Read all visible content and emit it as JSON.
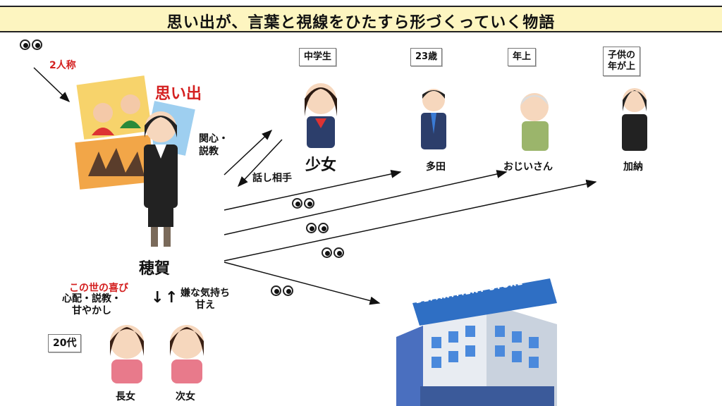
{
  "title": "思い出が、言葉と視線をひたすら形づくっていく物語",
  "labels": {
    "second_person": "2人称",
    "memories": "思い出",
    "main_character": "穂賀",
    "interest_lecture": "関心・\n説教",
    "conversation_partner": "話し相手",
    "girl": "少女",
    "tada": "多田",
    "old_man": "おじいさん",
    "kanou": "加納",
    "joy": "この世の喜び",
    "to_daughters": "心配・説教・\n甘やかし",
    "from_daughters": "嫌な気持ち\n甘え",
    "eldest": "長女",
    "second": "次女",
    "down_arrow": "↓",
    "up_arrow": "↑"
  },
  "boxes": {
    "girl_age": "中学生",
    "tada_age": "23歳",
    "old_man_age": "年上",
    "kanou_age": "子供の\n年が上",
    "daughters_age": "20代"
  },
  "store_sign": "DEPARTMENT STORE",
  "colors": {
    "title_bg": "#fdf5c0",
    "accent_red": "#d42020",
    "store_blue": "#2f6fc4"
  }
}
